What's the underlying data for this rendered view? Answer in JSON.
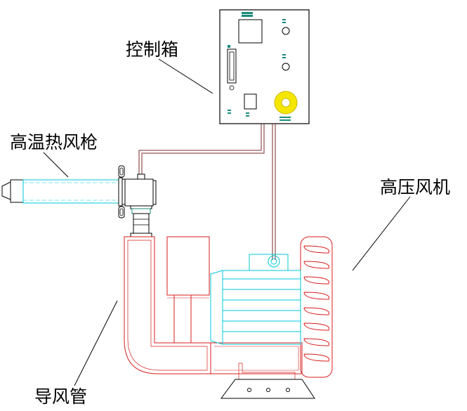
{
  "labels": {
    "control_box": "控制箱",
    "heat_gun": "高温热风枪",
    "blower": "高压风机",
    "duct": "导风管"
  },
  "colors": {
    "outline": "#000000",
    "gun": "#00c8d8",
    "duct": "#d81e1e",
    "wire": "#7a2a2a",
    "indicator": "#1a8a7a",
    "knob": "#f5e600",
    "background": "#ffffff"
  },
  "components": {
    "control_box_icon": "control-box",
    "knob_icon": "yellow-knob-icon",
    "heat_gun_icon": "heat-gun",
    "blower_icon": "high-pressure-blower",
    "duct_icon": "air-duct"
  }
}
